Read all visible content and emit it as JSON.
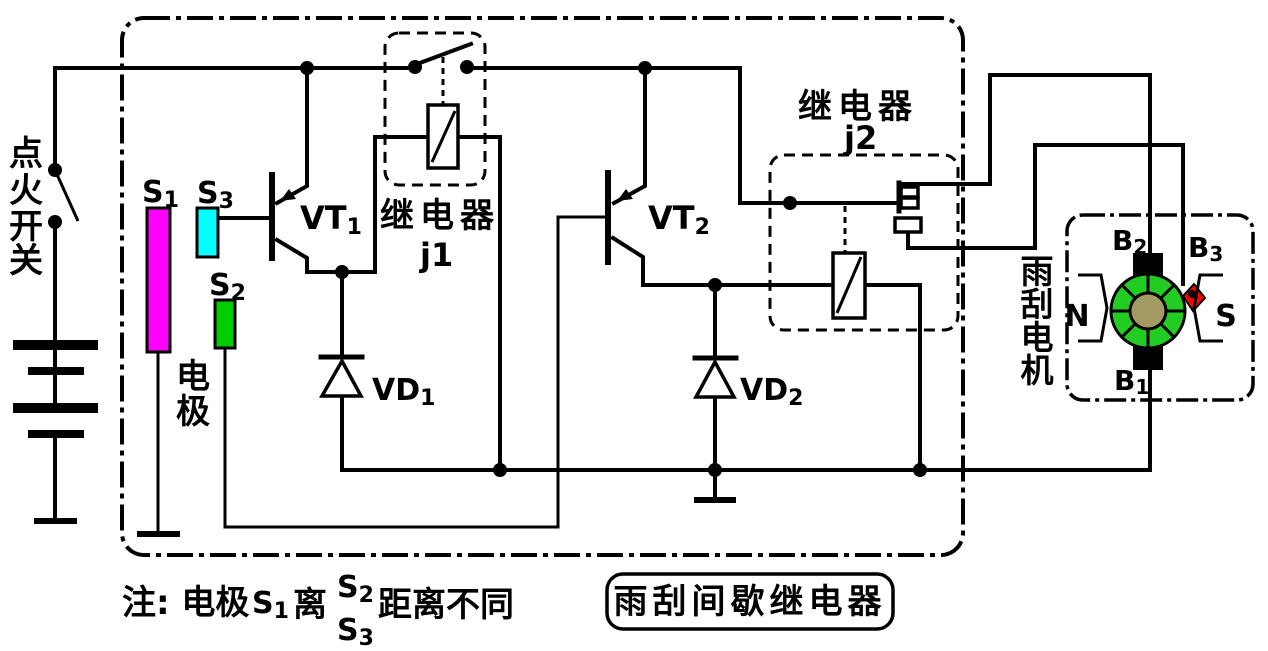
{
  "labels": {
    "ignition": [
      "点",
      "火",
      "开",
      "关"
    ],
    "electrode": [
      "电",
      "极"
    ],
    "motor_name": [
      "雨",
      "刮",
      "电",
      "机"
    ],
    "s1": {
      "main": "S",
      "sub": "1"
    },
    "s2": {
      "main": "S",
      "sub": "2"
    },
    "s3": {
      "main": "S",
      "sub": "3"
    },
    "vt1": {
      "main": "VT",
      "sub": "1"
    },
    "vt2": {
      "main": "VT",
      "sub": "2"
    },
    "vd1": {
      "main": "VD",
      "sub": "1"
    },
    "vd2": {
      "main": "VD",
      "sub": "2"
    },
    "relay1": {
      "name": "继电器",
      "id": "j1"
    },
    "relay2": {
      "name": "继电器",
      "id": "j2"
    },
    "b1": {
      "main": "B",
      "sub": "1"
    },
    "b2": {
      "main": "B",
      "sub": "2"
    },
    "b3": {
      "main": "B",
      "sub": "3"
    },
    "pole_n": "N",
    "pole_s": "S",
    "caption": "雨刮间歇继电器",
    "note": {
      "p1": "注: 电极",
      "s1_main": "S",
      "s1_sub": "1",
      "p2": "离",
      "s2_main": "S",
      "s2_sub": "2",
      "s3_main": "S",
      "s3_sub": "3",
      "p3": "距离不同"
    }
  },
  "colors": {
    "background": "#FFFFFF",
    "wire": "#000000",
    "s1_electrode": "#FF00FF",
    "s2_electrode": "#00CC00",
    "s3_electrode": "#00FFFF",
    "motor_ring": "#22CC22",
    "motor_core": "#A39B63",
    "brush_red": "#FF0000"
  }
}
